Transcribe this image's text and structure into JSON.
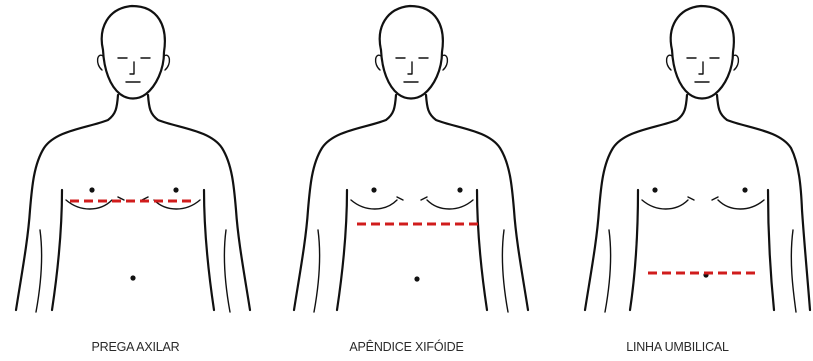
{
  "figure": {
    "panels": [
      {
        "caption": "PREGA AXILAR",
        "marker_color": "#d01c1c"
      },
      {
        "caption": "APÊNDICE XIFÓIDE",
        "marker_color": "#d01c1c"
      },
      {
        "caption": "LINHA UMBILICAL",
        "marker_color": "#d01c1c"
      }
    ]
  }
}
